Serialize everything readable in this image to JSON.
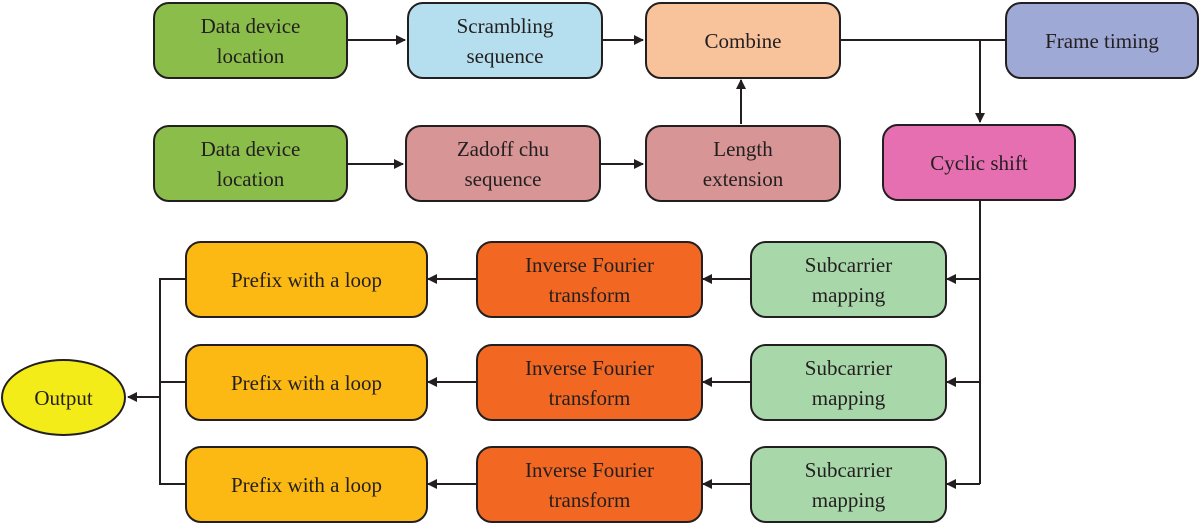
{
  "nodes": {
    "loc1": {
      "label": "Data device\nlocation",
      "color": "#8bbd4a"
    },
    "scramble": {
      "label": "Scrambling\nsequence",
      "color": "#b5dfee"
    },
    "combine": {
      "label": "Combine",
      "color": "#f8c29b"
    },
    "frame": {
      "label": "Frame timing",
      "color": "#9fa9d6"
    },
    "loc2": {
      "label": "Data device\nlocation",
      "color": "#8bbd4a"
    },
    "zadoff": {
      "label": "Zadoff chu\nsequence",
      "color": "#d79595"
    },
    "length": {
      "label": "Length\nextension",
      "color": "#d79595"
    },
    "cyclic": {
      "label": "Cyclic shift",
      "color": "#e56fb0"
    },
    "sub1": {
      "label": "Subcarrier\nmapping",
      "color": "#a8d8a9"
    },
    "sub2": {
      "label": "Subcarrier\nmapping",
      "color": "#a8d8a9"
    },
    "sub3": {
      "label": "Subcarrier\nmapping",
      "color": "#a8d8a9"
    },
    "ift1": {
      "label": "Inverse Fourier\ntransform",
      "color": "#f26722"
    },
    "ift2": {
      "label": "Inverse Fourier\ntransform",
      "color": "#f26722"
    },
    "ift3": {
      "label": "Inverse Fourier\ntransform",
      "color": "#f26722"
    },
    "prefix1": {
      "label": "Prefix with a loop",
      "color": "#fdb913"
    },
    "prefix2": {
      "label": "Prefix with a loop",
      "color": "#fdb913"
    },
    "prefix3": {
      "label": "Prefix with a loop",
      "color": "#fdb913"
    },
    "output": {
      "label": "Output",
      "color": "#f3ec19"
    }
  },
  "colors": {
    "line": "#231f20"
  }
}
